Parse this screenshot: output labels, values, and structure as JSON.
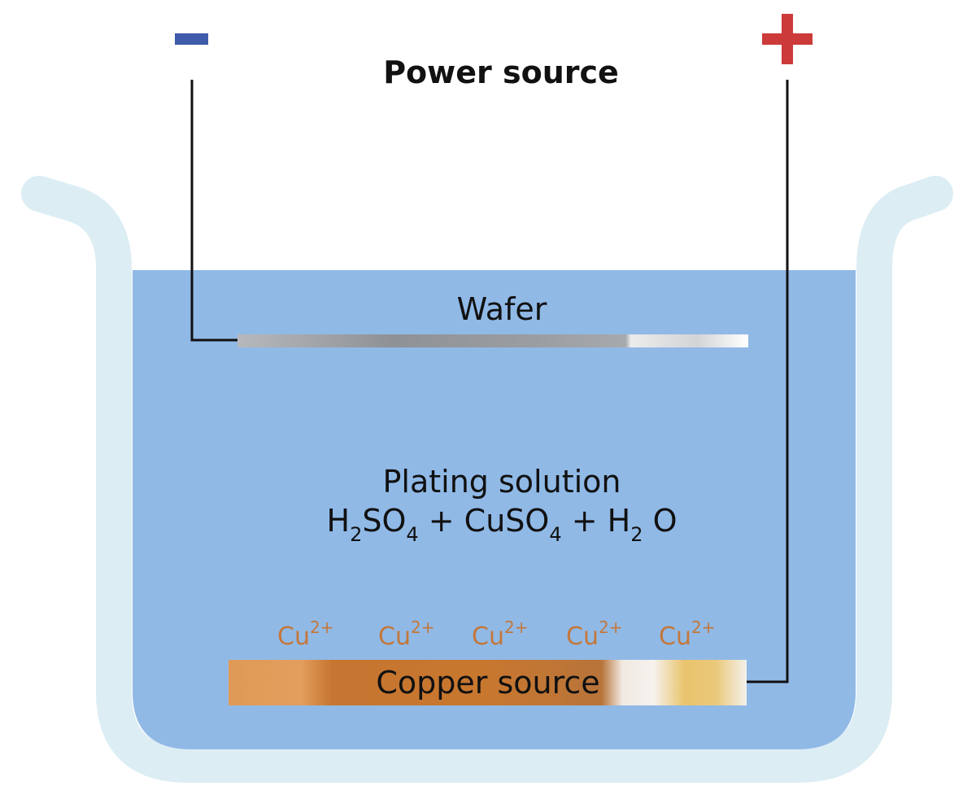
{
  "diagram": {
    "title": "Power source",
    "wafer_label": "Wafer",
    "solution": {
      "label": "Plating solution",
      "formula": [
        {
          "text": "H",
          "kind": "normal"
        },
        {
          "text": "2",
          "kind": "sub"
        },
        {
          "text": "SO",
          "kind": "normal"
        },
        {
          "text": "4",
          "kind": "sub"
        },
        {
          "text": " + CuSO",
          "kind": "normal"
        },
        {
          "text": "4",
          "kind": "sub"
        },
        {
          "text": " + H",
          "kind": "normal"
        },
        {
          "text": "2",
          "kind": "sub"
        },
        {
          "text": " O",
          "kind": "normal"
        }
      ]
    },
    "ions": [
      {
        "base": "Cu",
        "charge": "2+"
      },
      {
        "base": "Cu",
        "charge": "2+"
      },
      {
        "base": "Cu",
        "charge": "2+"
      },
      {
        "base": "Cu",
        "charge": "2+"
      },
      {
        "base": "Cu",
        "charge": "2+"
      }
    ],
    "copper_source_label": "Copper source",
    "terminals": {
      "negative": {
        "symbol": "minus-icon",
        "color": "#3f5ba9"
      },
      "positive": {
        "symbol": "plus-icon",
        "color": "#cc3a3a"
      }
    },
    "colors": {
      "tank_wall": "#dcedf4",
      "solution": "#90b9e6",
      "ion": "#c4773a",
      "wire": "#111111"
    }
  }
}
